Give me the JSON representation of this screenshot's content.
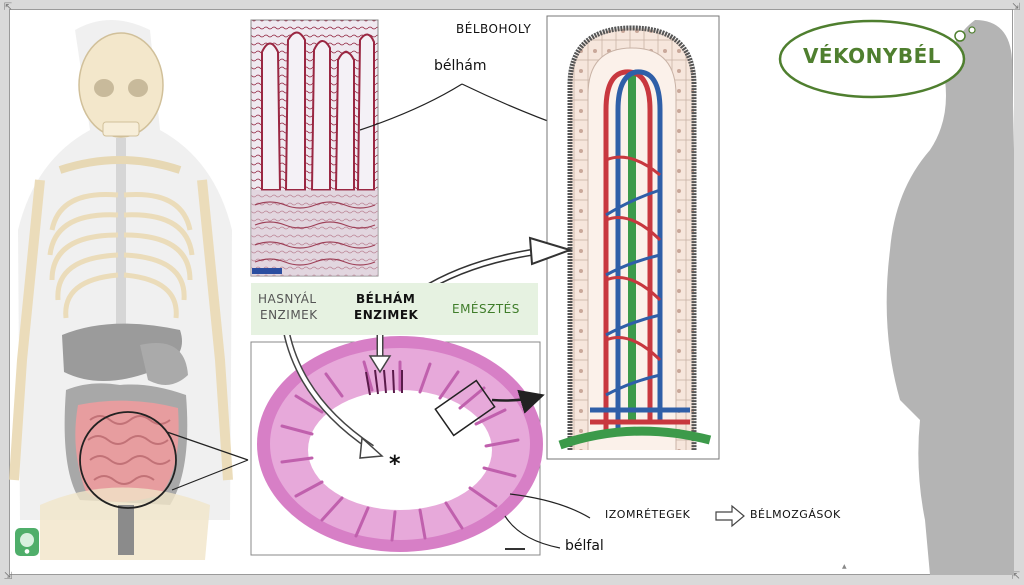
{
  "title": "VÉKONYBÉL",
  "labels": {
    "belboholy": "BÉLBOHOLY",
    "belham": "bélhám",
    "hasnyal_enzimek_1": "HASNYÁL",
    "hasnyal_enzimek_2": "ENZIMEK",
    "belham_enzimek_1": "BÉLHÁM",
    "belham_enzimek_2": "ENZIMEK",
    "emesztes": "EMÉSZTÉS",
    "izomretegek": "IZOMRÉTEGEK",
    "belmozgasok": "BÉLMOZGÁSOK",
    "belfal": "bélfal",
    "lumen_mark": "*"
  },
  "colors": {
    "title_green": "#4f7f2f",
    "emesztes_green": "#3f7d2a",
    "box_green": "#e6f2e1",
    "artery_red": "#c8383f",
    "vein_blue": "#2f5fa8",
    "lymph_green": "#3c9a4a",
    "silhouette": "#b4b4b4",
    "tissue_pink": "#d77fc6"
  },
  "icons": [
    "thought-bubble-icon",
    "arrow-icon",
    "hollow-arrow-icon",
    "logo-icon"
  ]
}
